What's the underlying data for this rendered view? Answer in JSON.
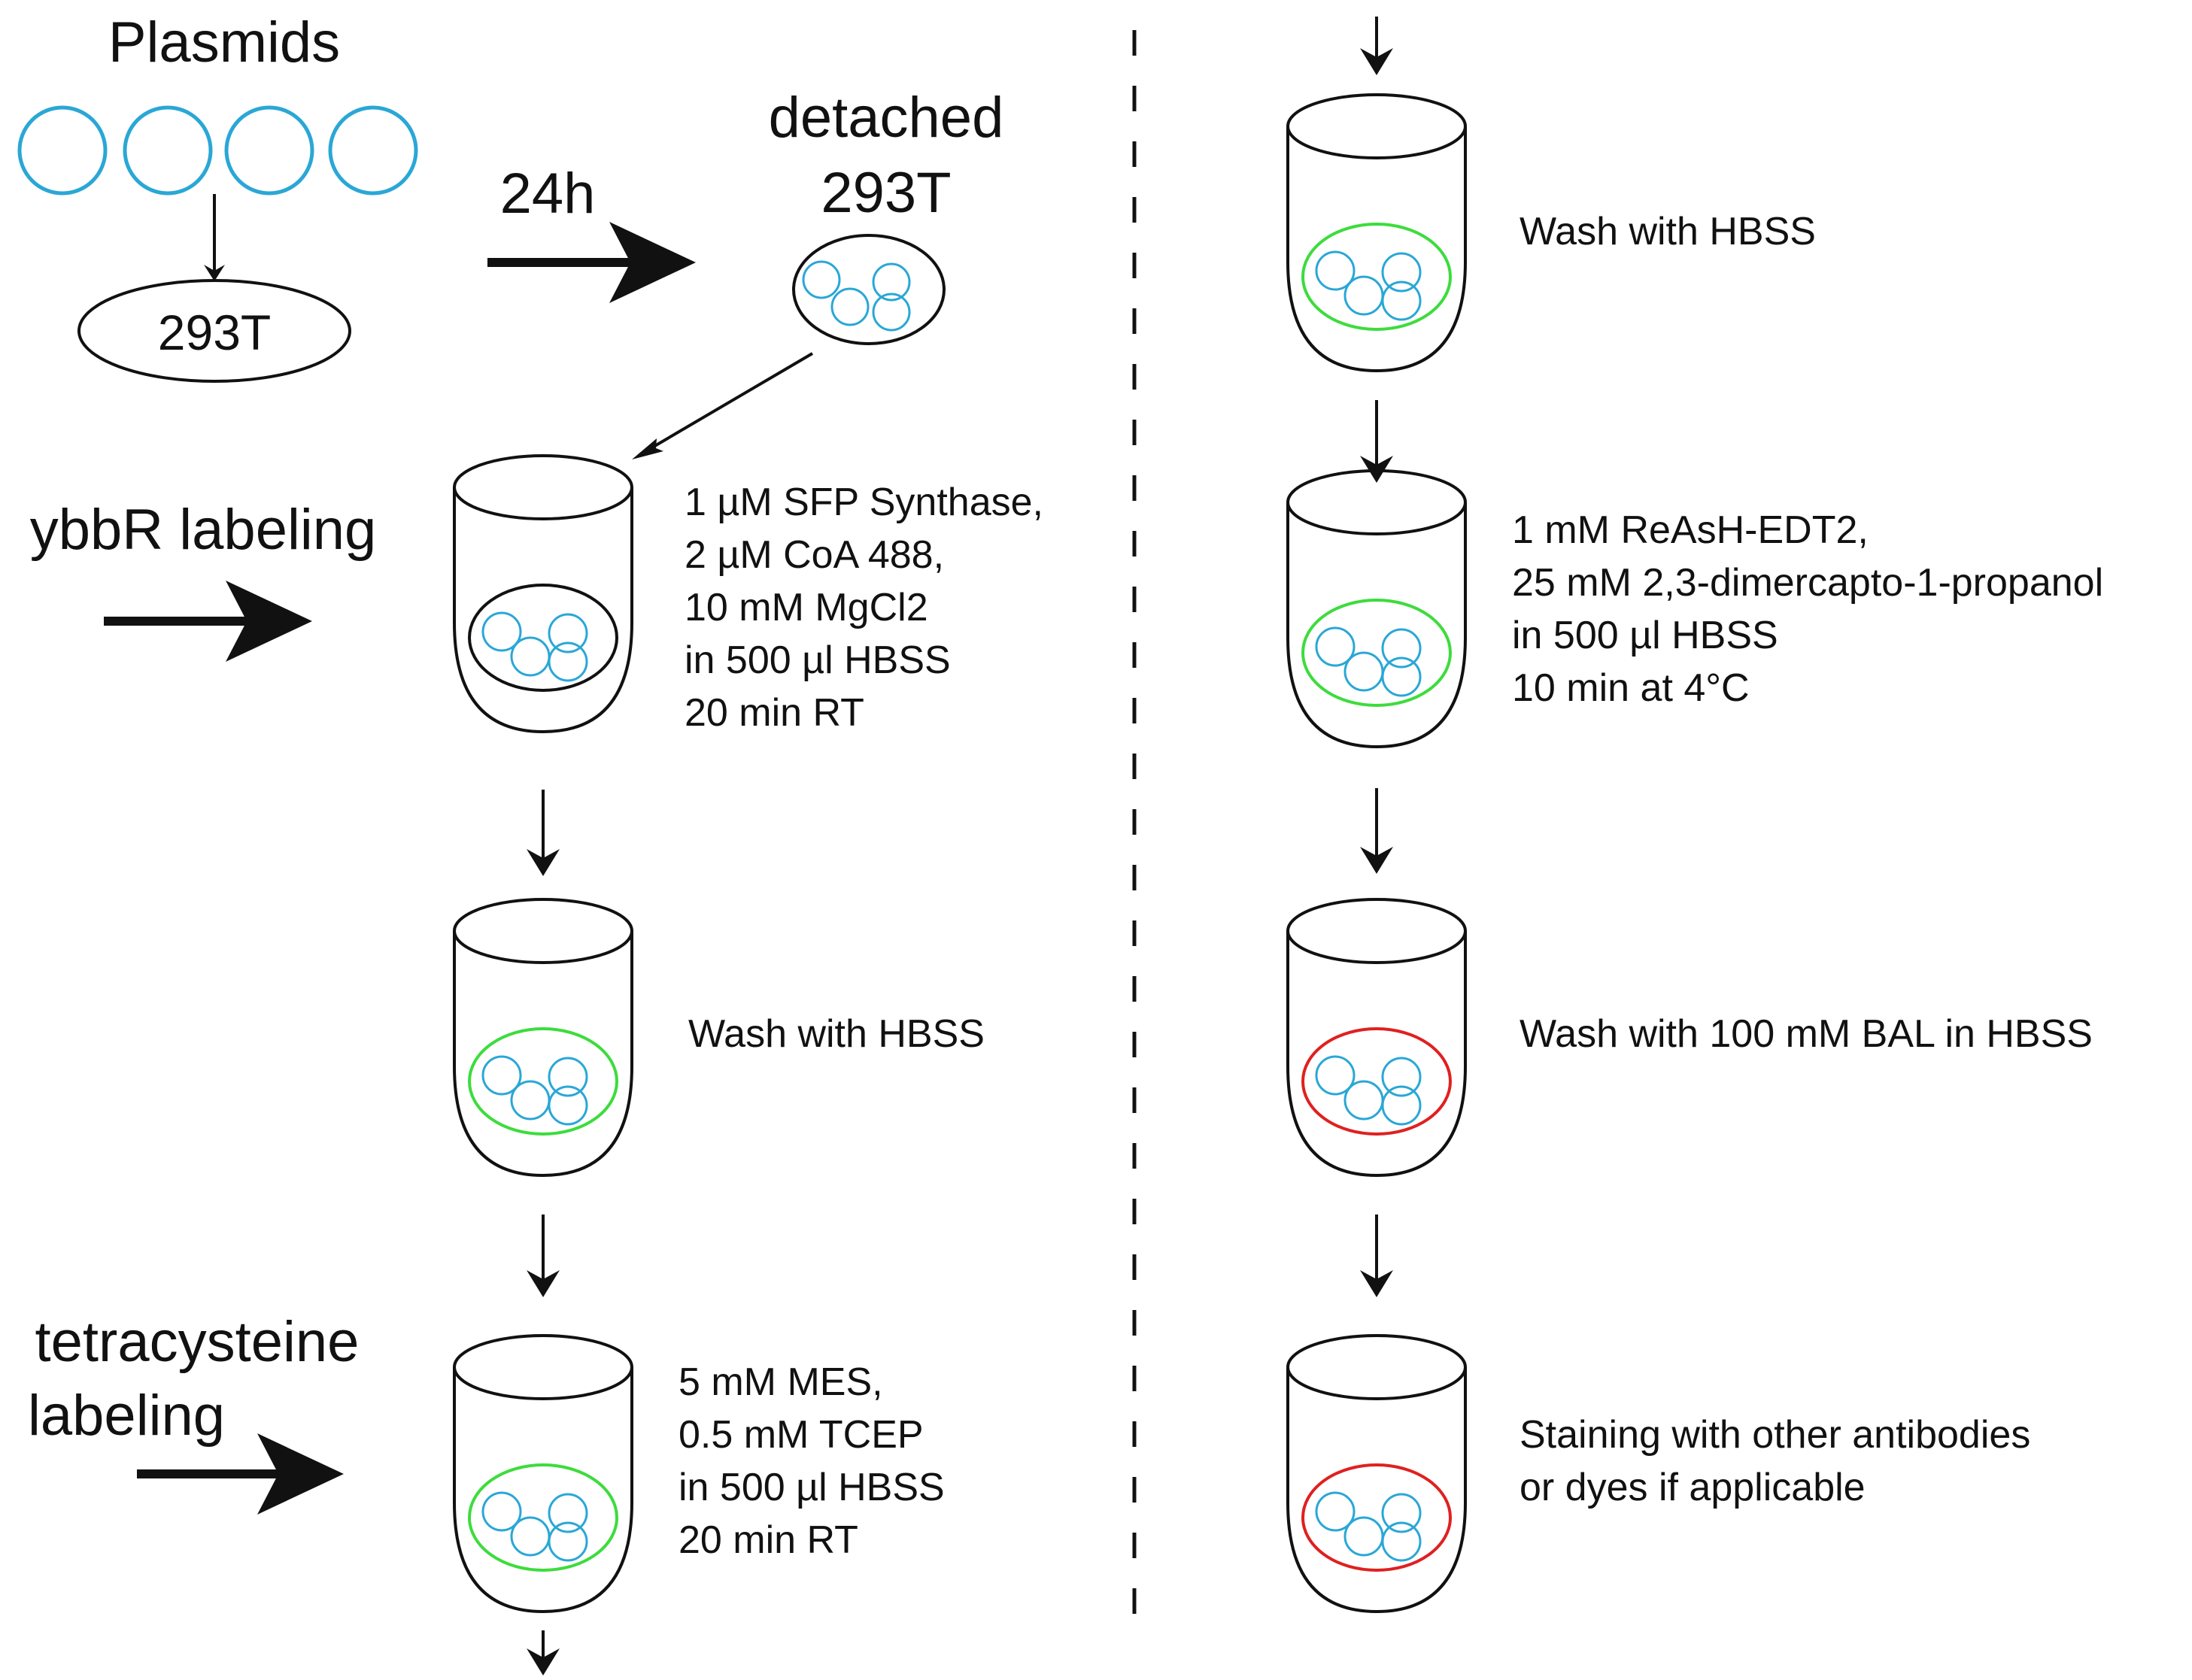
{
  "colors": {
    "cell_blue": "#2aa7d6",
    "label_green": "#3ddc3d",
    "label_red": "#e02020",
    "line": "#111111"
  },
  "left": {
    "plasmids_label": "Plasmids",
    "cell_293t_label": "293T",
    "time_label": "24h",
    "detached_label_line1": "detached",
    "detached_label_line2": "293T",
    "ybbr_label": "ybbR labeling",
    "tetra_label_line1": "tetracysteine",
    "tetra_label_line2": "labeling",
    "step_ybbr": [
      "1 µM SFP Synthase,",
      "2 µM CoA 488,",
      "10 mM MgCl2",
      "in 500 µl HBSS",
      "20 min RT"
    ],
    "step_wash": [
      "Wash with HBSS"
    ],
    "step_tcep": [
      "5 mM MES,",
      "0.5 mM TCEP",
      "in 500 µl HBSS",
      "20 min RT"
    ]
  },
  "right": {
    "step_wash": [
      "Wash with HBSS"
    ],
    "step_reash": [
      "1 mM ReAsH-EDT2,",
      "25 mM 2,3-dimercapto-1-propanol",
      "in 500 µl HBSS",
      "10 min at 4°C"
    ],
    "step_bal": [
      "Wash with 100 mM BAL in HBSS"
    ],
    "step_stain": [
      "Staining with other antibodies",
      "or dyes if applicable"
    ]
  }
}
